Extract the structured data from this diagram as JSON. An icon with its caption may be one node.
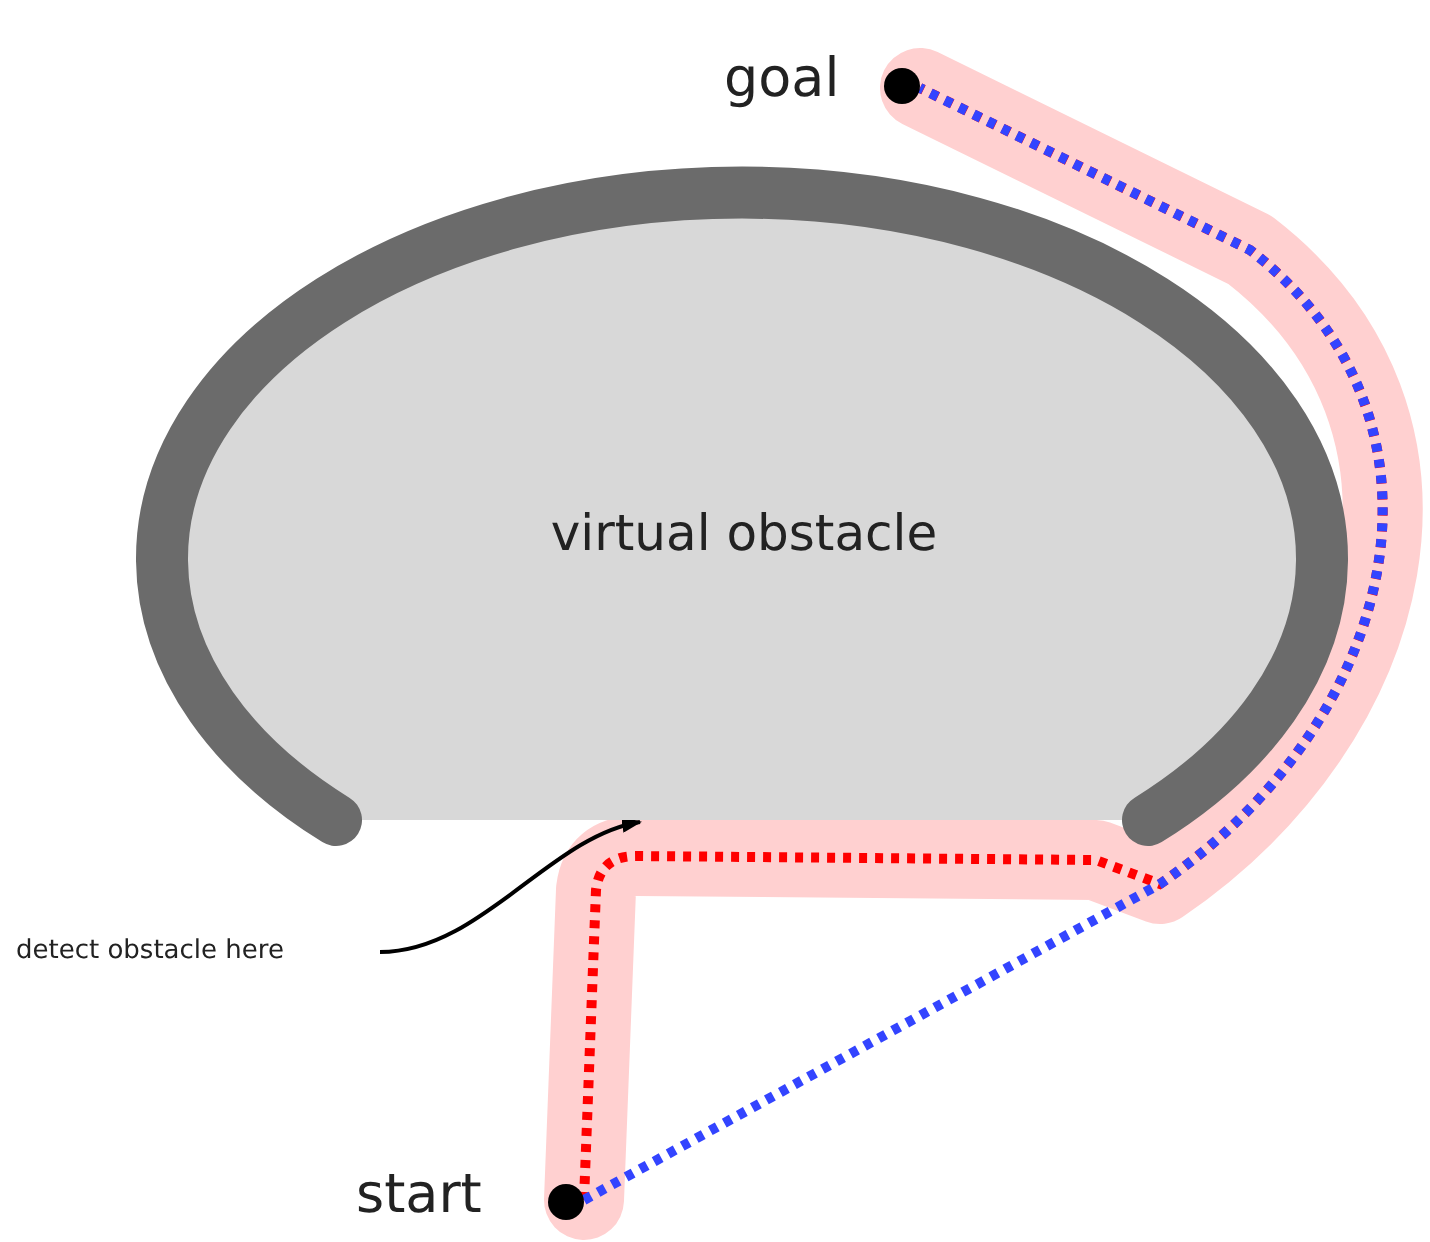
{
  "diagram": {
    "nodes": [
      {
        "text": [
          "virtual obstacle"
        ]
      },
      {
        "text": [
          "start"
        ]
      },
      {
        "text": [
          "goal"
        ]
      },
      {
        "text": [
          "detect obstacle here"
        ]
      }
    ],
    "edges": [
      {
        "from": 1,
        "to": 2,
        "arrow": "none",
        "style": "dashed",
        "color": "#ff0000"
      },
      {
        "from": 1,
        "to": 2,
        "arrow": "none",
        "style": "dashed",
        "color": "#3344ff"
      },
      {
        "from": 3,
        "to": 0,
        "arrow": "to",
        "color": "#000000"
      }
    ]
  }
}
